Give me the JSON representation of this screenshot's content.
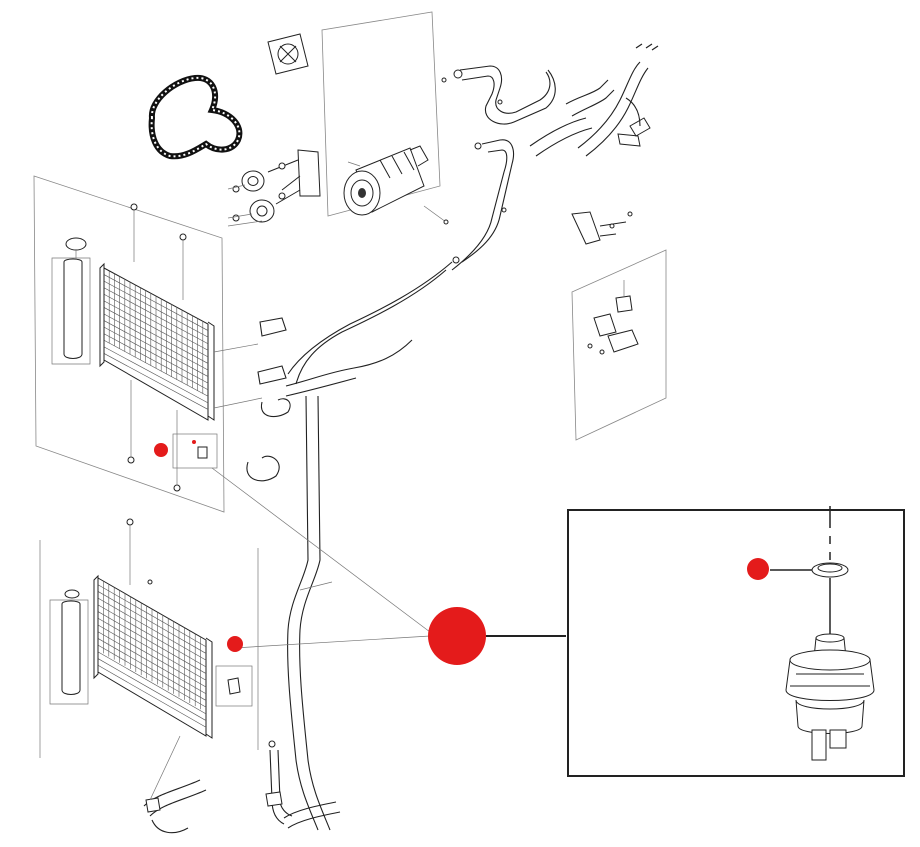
{
  "colors": {
    "marker": "#e41b1b",
    "line": "#222222",
    "background": "#ffffff"
  },
  "diagram": {
    "callout_markers": [
      {
        "name": "upper-condenser-switch-marker"
      },
      {
        "name": "lower-condenser-switch-marker"
      },
      {
        "name": "main-callout-marker"
      },
      {
        "name": "detail-oring-marker"
      }
    ],
    "detail_view": {
      "name": "pressure-switch-detail"
    }
  }
}
